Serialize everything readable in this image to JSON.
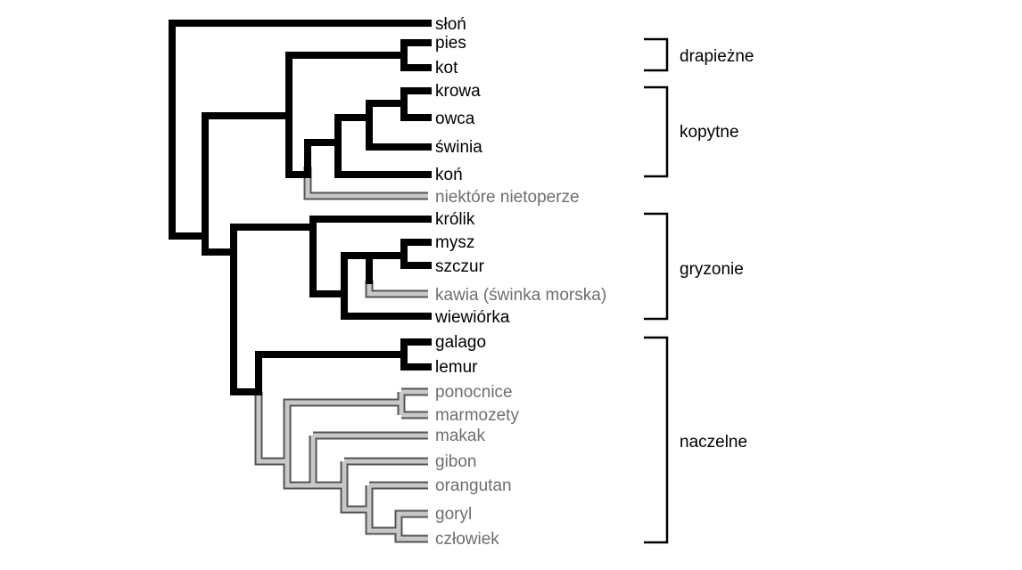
{
  "colors": {
    "black_branch": "#000000",
    "gray_branch_fill": "#c8c8c8",
    "gray_branch_outline": "#555555",
    "gray_text": "#6e6e6e"
  },
  "leaves": {
    "slon": "słoń",
    "pies": "pies",
    "kot": "kot",
    "krowa": "krowa",
    "owca": "owca",
    "swinia": "świnia",
    "kon": "koń",
    "nietoperze": "niektóre nietoperze",
    "krolik": "królik",
    "mysz": "mysz",
    "szczur": "szczur",
    "kawia": "kawia (świnka morska)",
    "wiewiorka": "wiewiórka",
    "galago": "galago",
    "lemur": "lemur",
    "ponocnice": "ponocnice",
    "marmozety": "marmozety",
    "makak": "makak",
    "gibon": "gibon",
    "orangutan": "orangutan",
    "goryl": "goryl",
    "czlowiek": "człowiek"
  },
  "groups": {
    "drapiezne": "drapieżne",
    "kopytne": "kopytne",
    "gryzonie": "gryzonie",
    "naczelne": "naczelne"
  }
}
